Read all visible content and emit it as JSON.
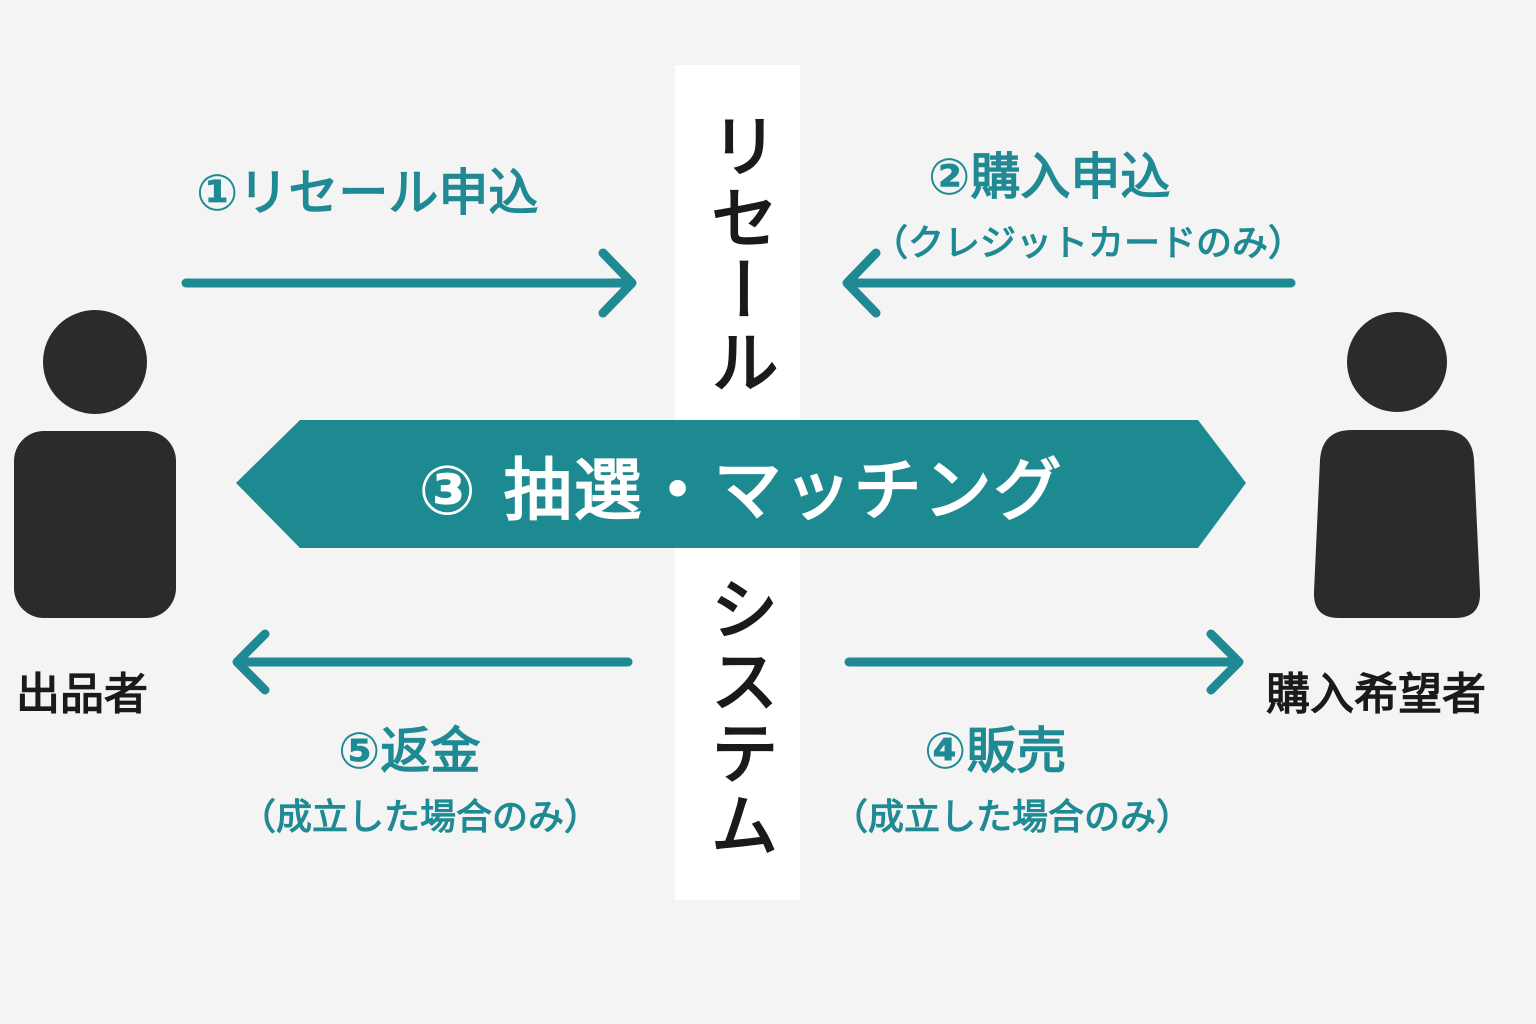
{
  "system": {
    "label_top": "リセール",
    "label_bottom": "システム"
  },
  "steps": {
    "step1": {
      "title": "①リセール申込"
    },
    "step2": {
      "title": "②購入申込",
      "note": "（クレジットカードのみ）"
    },
    "step3": {
      "title": "③ 抽選・マッチング"
    },
    "step4": {
      "title": "④販売",
      "note": "（成立した場合のみ）"
    },
    "step5": {
      "title": "⑤返金",
      "note": "（成立した場合のみ）"
    }
  },
  "actors": {
    "seller": "出品者",
    "buyer": "購入希望者"
  },
  "colors": {
    "accent": "#1f8a93",
    "banner": "#1d8a92",
    "person": "#2b2b2b",
    "background": "#f4f4f4",
    "column": "#ffffff"
  }
}
